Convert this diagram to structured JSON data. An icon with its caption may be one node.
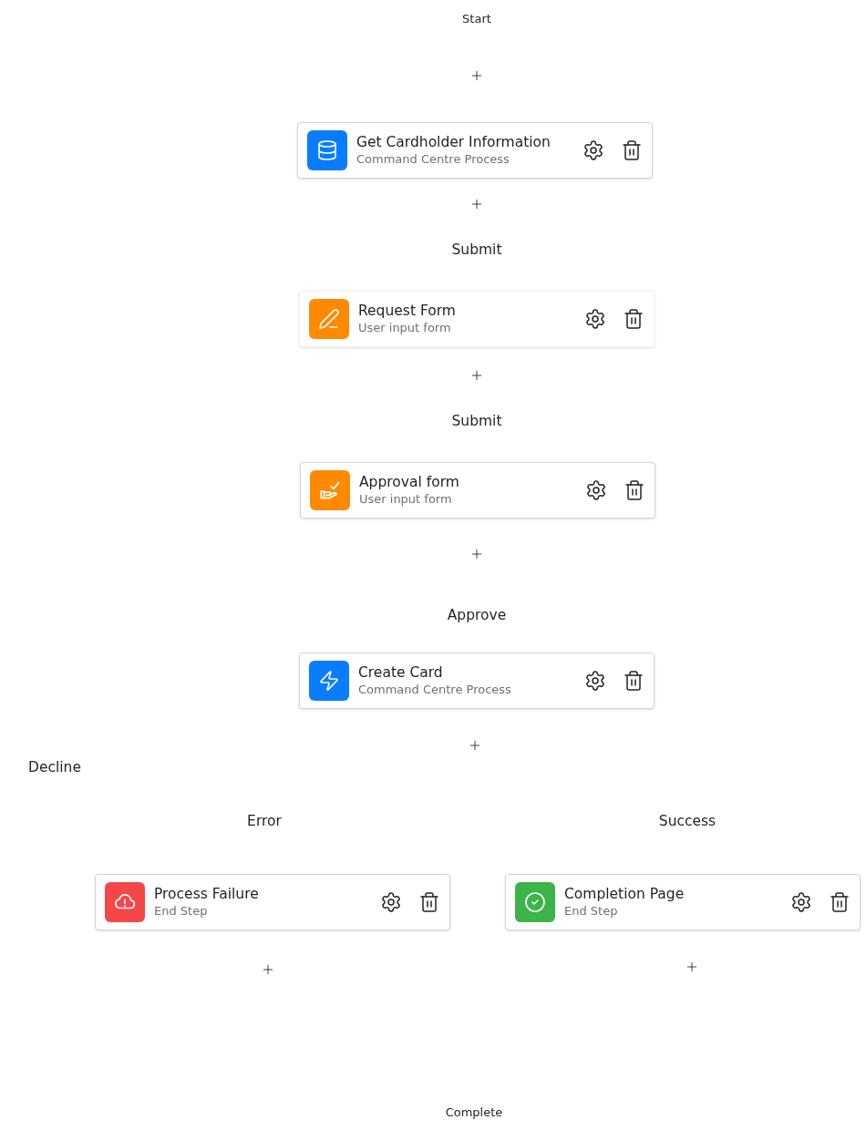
{
  "diagram": {
    "nodes": [
      {
        "text": [
          "Get Cardholder Information",
          "Command Centre Process"
        ]
      },
      {
        "text": [
          "Request Form",
          "User input form"
        ]
      },
      {
        "text": [
          "Approval form",
          "User input form"
        ]
      },
      {
        "text": [
          "Create Card",
          "Command Centre Process"
        ]
      },
      {
        "text": [
          "Process Failure",
          "End Step"
        ]
      },
      {
        "text": [
          "Completion Page",
          "End Step"
        ]
      }
    ],
    "labels": [
      "Start",
      "Submit",
      "Submit",
      "Approve",
      "Decline",
      "Error",
      "Success",
      "Complete"
    ]
  }
}
